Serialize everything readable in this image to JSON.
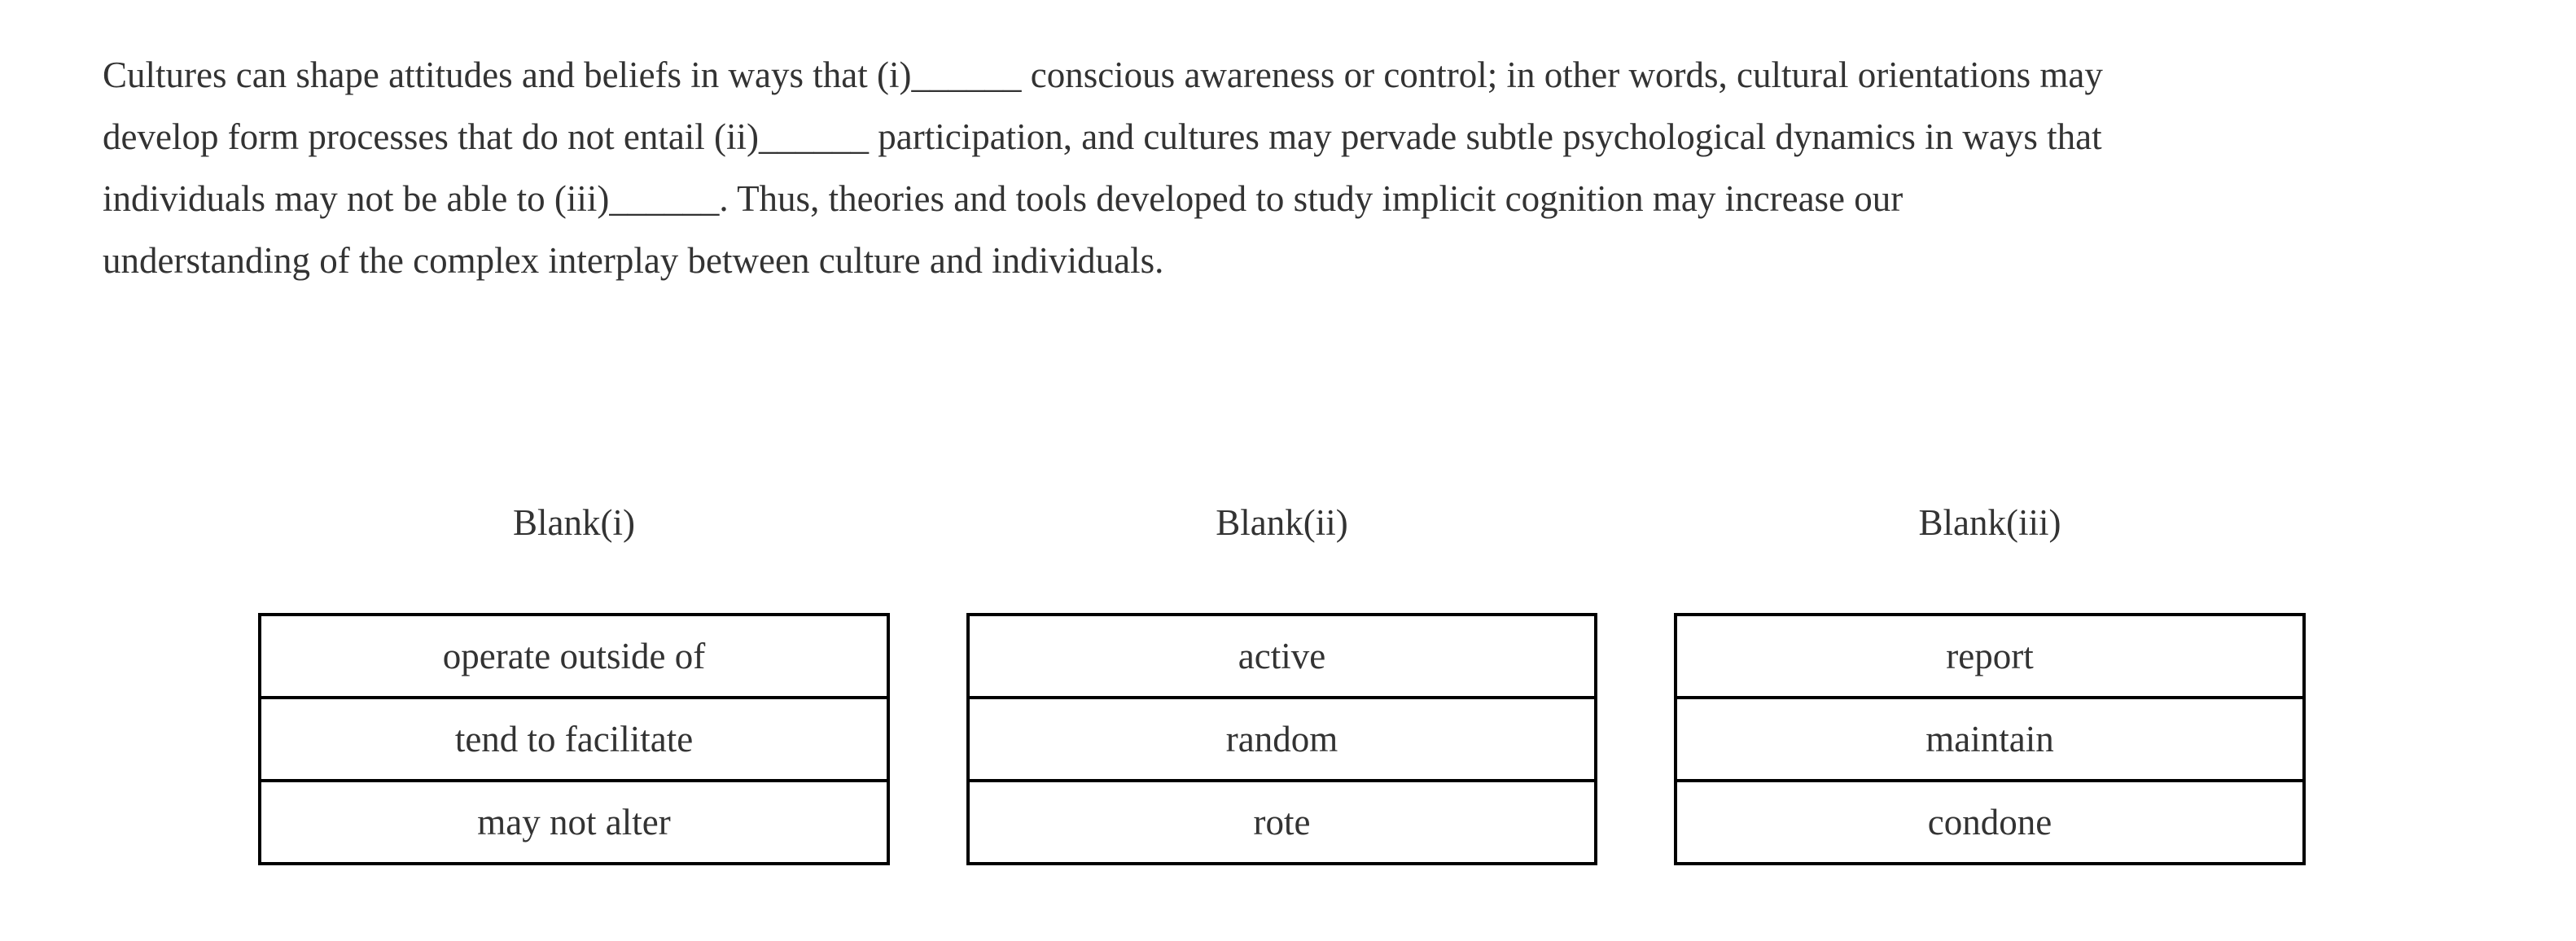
{
  "passage": {
    "lines": [
      "Cultures can shape attitudes and beliefs in ways that (i)______ conscious awareness or control; in other words, cultural orientations may",
      "develop form processes that do not entail (ii)______ participation, and cultures may pervade subtle psychological dynamics in ways that",
      "individuals may not be able to (iii)______. Thus, theories and tools developed to study implicit cognition may increase our",
      "understanding of the complex interplay between culture and individuals."
    ]
  },
  "blanks": [
    {
      "label": "Blank(i)",
      "options": [
        "operate outside of",
        "tend to facilitate",
        "may not alter"
      ]
    },
    {
      "label": "Blank(ii)",
      "options": [
        "active",
        "random",
        "rote"
      ]
    },
    {
      "label": "Blank(iii)",
      "options": [
        "report",
        "maintain",
        "condone"
      ]
    }
  ],
  "colors": {
    "background": "#ffffff",
    "text": "#333333",
    "table_border": "#000000"
  }
}
